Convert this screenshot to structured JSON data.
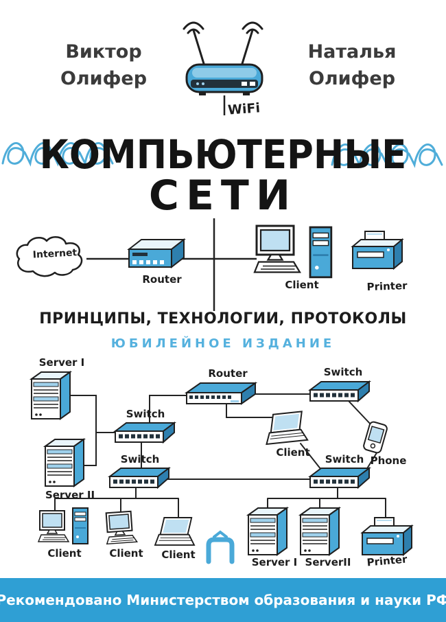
{
  "authors": {
    "left": {
      "first": "Виктор",
      "last": "Олифер"
    },
    "right": {
      "first": "Наталья",
      "last": "Олифер"
    }
  },
  "top_router": {
    "wifi_label": "WiFi"
  },
  "title": {
    "line1": "КОМПЬЮТЕРНЫЕ",
    "line2": "СЕТИ"
  },
  "subtitle": "ПРИНЦИПЫ, ТЕХНОЛОГИИ, ПРОТОКОЛЫ",
  "edition": "ЮБИЛЕЙНОЕ ИЗДАНИЕ",
  "middle_diagram": {
    "internet": "Internet",
    "router": "Router",
    "client": "Client",
    "printer": "Printer"
  },
  "bottom_diagram": {
    "server1_top": "Server I",
    "server2_left": "Server II",
    "router": "Router",
    "switch_top_right": "Switch",
    "switch_mid_left": "Switch",
    "switch_mid_center": "Switch",
    "switch_bottom_right": "Switch",
    "client_laptop": "Client",
    "phone": "Phone",
    "client_desktop": "Client",
    "client_monitor": "Client",
    "client_laptop_small": "Client",
    "server1_bottom": "Server I",
    "server2_bottom": "ServerII",
    "printer": "Printer"
  },
  "footer": {
    "recommendation": "Рекомендовано Министерством образования и науки РФ"
  },
  "colors": {
    "accent_blue": "#4aa9d8",
    "light_blue": "#bfe0f2",
    "dark_blue": "#2e7fae",
    "banner_blue": "#2f9fd4",
    "squiggle_blue": "#4fadd9",
    "ink": "#1f1f1f"
  }
}
